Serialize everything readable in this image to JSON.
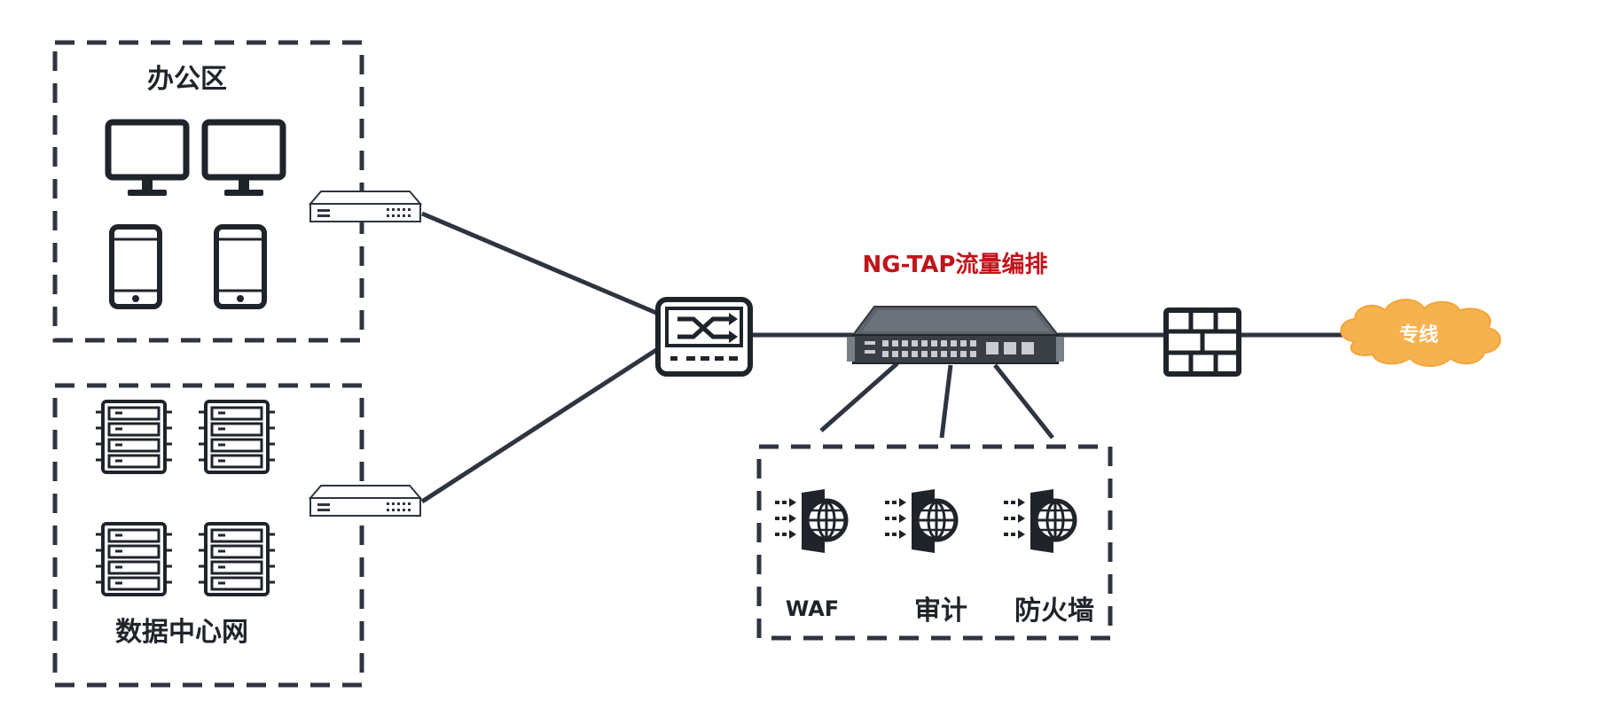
{
  "labels": {
    "office_zone": "办公区",
    "datacenter_zone": "数据中心网",
    "ngtap_title": "NG-TAP流量编排",
    "dedicated_line": "专线",
    "tool_waf": "WAF",
    "tool_audit": "审计",
    "tool_firewall": "防火墙"
  },
  "colors": {
    "line": "#2e3440",
    "dash": "#2e3440",
    "title_red": "#c0141b",
    "cloud": "#f7b250",
    "cloud_text": "#ffffff",
    "device_dark": "#1f232a"
  },
  "icons": {
    "office_devices": [
      "monitor-icon",
      "monitor-icon",
      "tablet-icon",
      "tablet-icon"
    ],
    "datacenter_devices": [
      "server-rack-icon",
      "server-rack-icon",
      "server-rack-icon",
      "server-rack-icon"
    ],
    "tools": [
      "shield-globe-icon",
      "shield-globe-icon",
      "shield-globe-icon"
    ]
  }
}
